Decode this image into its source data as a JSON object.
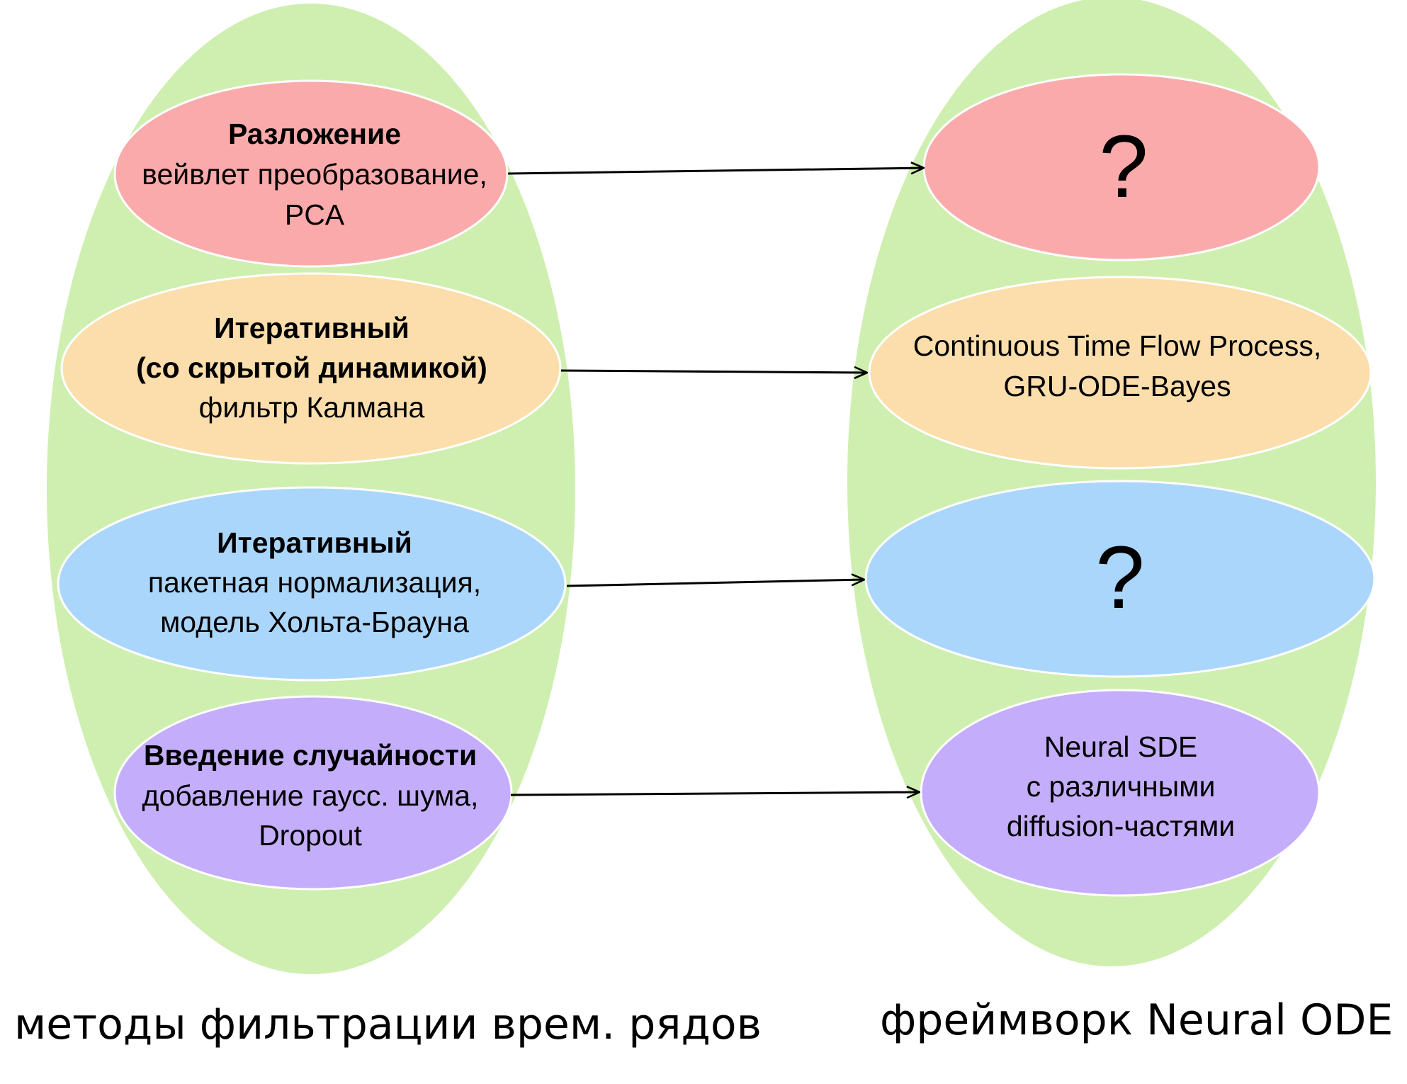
{
  "colors": {
    "group": "#cfefb0",
    "red": "#fbaaab",
    "orange": "#fbdeab",
    "blue": "#abd6fb",
    "purple": "#c4aefb",
    "edge": "#ffffff",
    "arrow": "#000000"
  },
  "left": {
    "caption": "методы фильтрации врем. рядов",
    "nodes": [
      {
        "title": "Разложение",
        "lines": [
          "вейвлет преобразование,",
          "PCA"
        ]
      },
      {
        "title": "Итеративный",
        "title2": "(со скрытой динамикой)",
        "lines": [
          "фильтр Калмана"
        ]
      },
      {
        "title": "Итеративный",
        "lines": [
          "пакетная нормализация,",
          "модель Хольта-Брауна"
        ]
      },
      {
        "title": "Введение случайности",
        "lines": [
          "добавление гаусс. шума,",
          "Dropout"
        ]
      }
    ]
  },
  "right": {
    "caption": "фреймворк Neural ODE",
    "nodes": [
      {
        "symbol": "?"
      },
      {
        "lines": [
          "Continuous Time Flow Process,",
          "GRU-ODE-Bayes"
        ]
      },
      {
        "symbol": "?"
      },
      {
        "lines": [
          "Neural SDE",
          "с различными",
          "diffusion-частями"
        ]
      }
    ]
  }
}
